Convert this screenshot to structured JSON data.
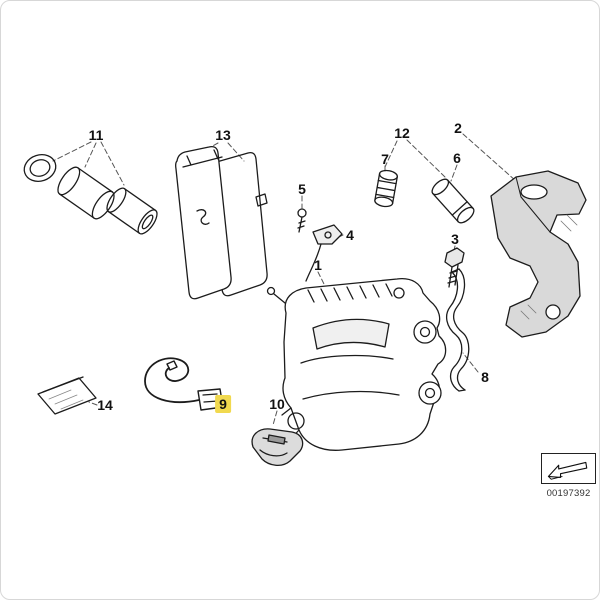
{
  "diagram": {
    "callouts": [
      {
        "label": "11",
        "highlighted": false
      },
      {
        "label": "13",
        "highlighted": false
      },
      {
        "label": "12",
        "highlighted": false
      },
      {
        "label": "2",
        "highlighted": false
      },
      {
        "label": "7",
        "highlighted": false
      },
      {
        "label": "6",
        "highlighted": false
      },
      {
        "label": "5",
        "highlighted": false
      },
      {
        "label": "4",
        "highlighted": false
      },
      {
        "label": "1",
        "highlighted": false
      },
      {
        "label": "3",
        "highlighted": false
      },
      {
        "label": "8",
        "highlighted": false
      },
      {
        "label": "14",
        "highlighted": false
      },
      {
        "label": "9",
        "highlighted": true
      },
      {
        "label": "10",
        "highlighted": false
      }
    ],
    "highlight_color": "#F1D94F"
  },
  "footer": {
    "diagram_number": "00197392"
  }
}
